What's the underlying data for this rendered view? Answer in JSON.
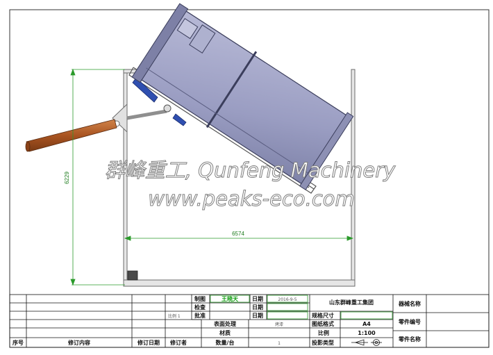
{
  "dimensions": {
    "height": "6229",
    "width": "6574"
  },
  "watermark": {
    "line1": "群峰重工, Qunfeng Machinery",
    "line2": "www.peaks-eco.com"
  },
  "title_block": {
    "drawn_label": "制图",
    "drawn_by": "王晓天",
    "date_label": "日期",
    "date_value": "2016-9-5",
    "check_label": "检查",
    "approve_label": "批准",
    "company": "山东群峰重工集团",
    "machine_name_label": "器械名称",
    "spec_size_label": "规格尺寸",
    "drawing_format_label": "图纸格式",
    "drawing_format_value": "A4",
    "part_number_label": "零件编号",
    "scale_label": "比例",
    "scale_value": "1:100",
    "part_name_label": "零件名称",
    "projection_label": "投影类型",
    "surface_label": "表面处理",
    "surface_value": "烤漆",
    "material_label": "材质",
    "qty_label": "数量/台",
    "qty_value": "1",
    "ratio_faint": "比例 1",
    "seq_label": "序号",
    "rev_content_label": "修订内容",
    "rev_date_label": "修订日期",
    "reviser_label": "修订者"
  },
  "colors": {
    "frame": "#9aa0a6",
    "bin": "#9da0c6",
    "bin_dark": "#6f7399",
    "arm": "#b35c2a",
    "dim_line": "#2a9a2a",
    "accent_blue": "#2f4fb0"
  }
}
